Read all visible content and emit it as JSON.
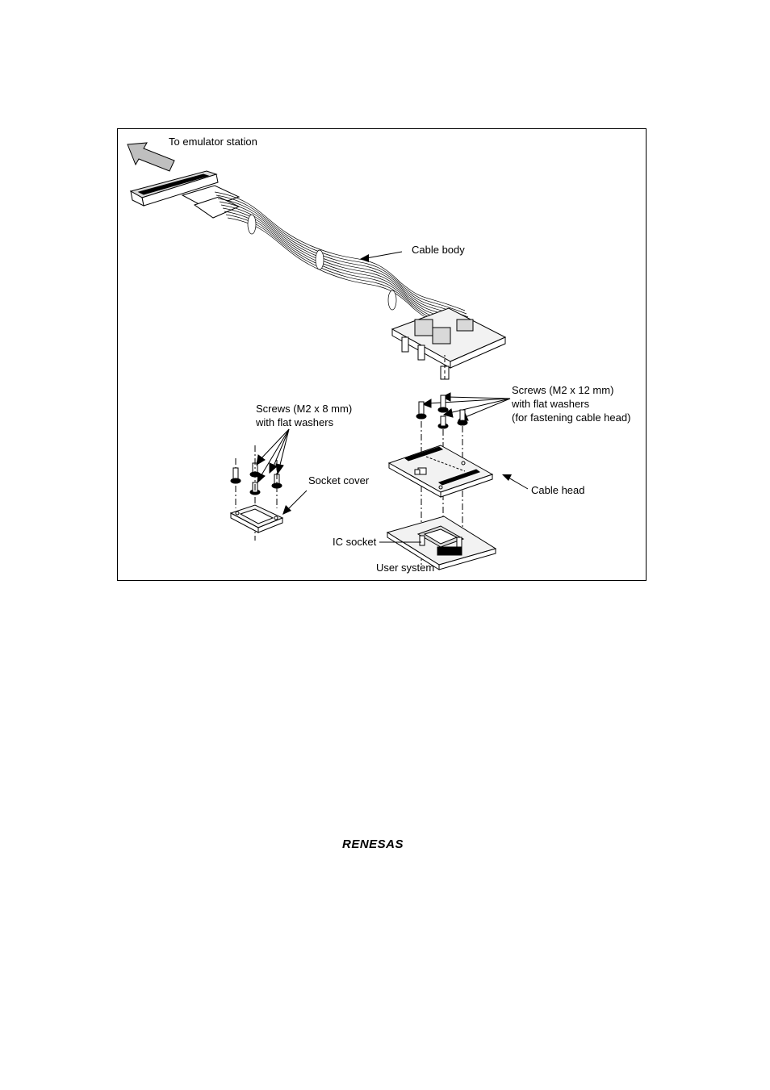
{
  "labels": {
    "to_emulator": "To emulator station",
    "cable_body": "Cable body",
    "screws_12_line1": "Screws (M2 x 12 mm)",
    "screws_12_line2": "with flat washers",
    "screws_12_line3": "(for fastening cable head)",
    "screws_8_line1": "Screws (M2 x 8 mm)",
    "screws_8_line2": "with flat washers",
    "socket_cover": "Socket cover",
    "cable_head": "Cable head",
    "ic_socket": "IC socket",
    "user_system": "User system"
  },
  "footer": {
    "logo_text": "RENESAS"
  },
  "colors": {
    "line": "#000000",
    "arrow_fill": "#bfbfbf",
    "connector_fill": "#d9d9d9",
    "part_fill": "#f2f2f2"
  }
}
